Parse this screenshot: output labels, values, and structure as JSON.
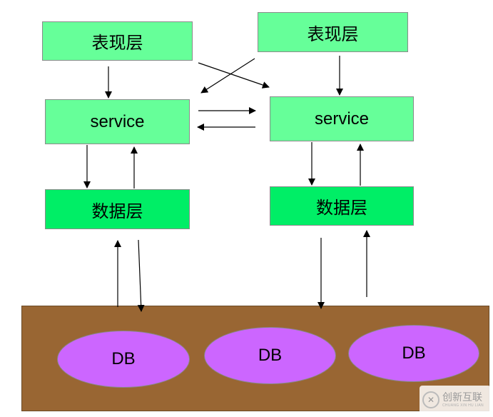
{
  "left_stack": {
    "presentation": "表现层",
    "service": "service",
    "data": "数据层"
  },
  "right_stack": {
    "presentation": "表现层",
    "service": "service",
    "data": "数据层"
  },
  "databases": [
    "DB",
    "DB",
    "DB"
  ],
  "watermark": {
    "text": "创新互联",
    "subtext": "CHUANG XIN HU LIAN"
  },
  "colors": {
    "presentation_fill": "#66ff99",
    "data_fill": "#00ee66",
    "ground_fill": "#996633",
    "db_fill": "#cc66ff"
  }
}
